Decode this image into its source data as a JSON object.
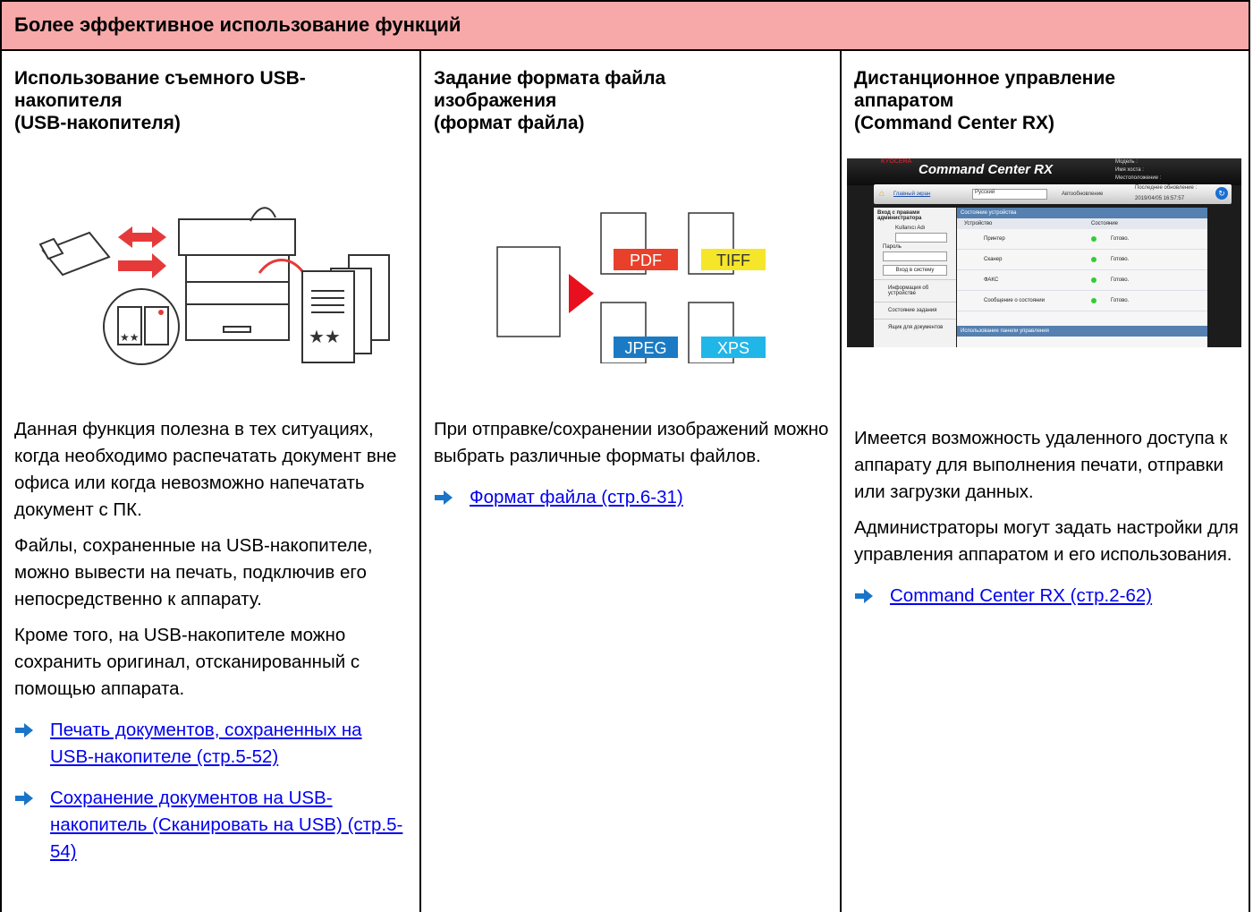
{
  "header": {
    "title": "Более эффективное использование функций"
  },
  "columns": [
    {
      "title": "Использование съемного USB-\nнакопителя\n(USB-накопителя)",
      "paragraphs": [
        "Данная функция полезна в тех ситуациях, когда необходимо распечатать документ вне офиса или когда невозможно напечатать документ с ПК.",
        "Файлы, сохраненные на USB-накопителе, можно вывести на печать, подключив его непосредственно к аппарату.",
        "Кроме того, на USB-накопителе можно сохранить оригинал, отсканированный с помощью аппарата."
      ],
      "links": [
        "Печать документов, сохраненных на USB-накопителе (стр.5-52)",
        "Сохранение документов на USB-накопитель (Сканировать на USB) (стр.5-54)"
      ]
    },
    {
      "title": "Задание формата файла\nизображения\n(формат файла)",
      "paragraphs": [
        "При отправке/сохранении изображений можно выбрать различные форматы файлов."
      ],
      "links": [
        "Формат файла (стр.6-31)"
      ],
      "formats": [
        "PDF",
        "TIFF",
        "JPEG",
        "XPS"
      ],
      "format_colors": {
        "PDF": "#e8402a",
        "TIFF": "#f5e62a",
        "JPEG": "#1a7bc4",
        "XPS": "#21b6e8"
      }
    },
    {
      "title": "Дистанционное управление\nаппаратом\n(Command Center RX)",
      "paragraphs": [
        "Имеется возможность удаленного доступа к аппарату для выполнения печати, отправки или загрузки данных.",
        "Администраторы могут задать настройки для управления аппаратом и его использования."
      ],
      "links": [
        "Command Center RX (стр.2-62)"
      ],
      "screenshot": {
        "brand_small": "KYOCERA",
        "brand": "Command Center RX",
        "info": [
          "Модель :",
          "Имя хоста :",
          "Местоположение :"
        ],
        "nav_home": "Главный экран",
        "nav_lang": "Русский",
        "nav_auto": "Автообновление",
        "nav_last": "Последнее обновление :",
        "nav_time": "2019/04/05 16:57:57",
        "login_title": "Вход с правами администратора",
        "login_user": "Kullanıcı Adı",
        "login_pass": "Пароль",
        "login_btn": "Вход в систему",
        "side_items": [
          "Информация об устройстве",
          "Состояние задания",
          "Ящик для документов"
        ],
        "main_head": "Состояние устройства",
        "col_device": "Устройство",
        "col_state": "Состояние",
        "rows": [
          "Принтер",
          "Сканер",
          "ФАКС",
          "Сообщение о состоянии"
        ],
        "row_state": "Готово.",
        "footer_head": "Использование панели управления"
      }
    }
  ],
  "colors": {
    "header_bg": "#f7a9a9",
    "link": "#0000ee",
    "arrow": "#1a75c9",
    "play_arrow": "#e8101e"
  }
}
